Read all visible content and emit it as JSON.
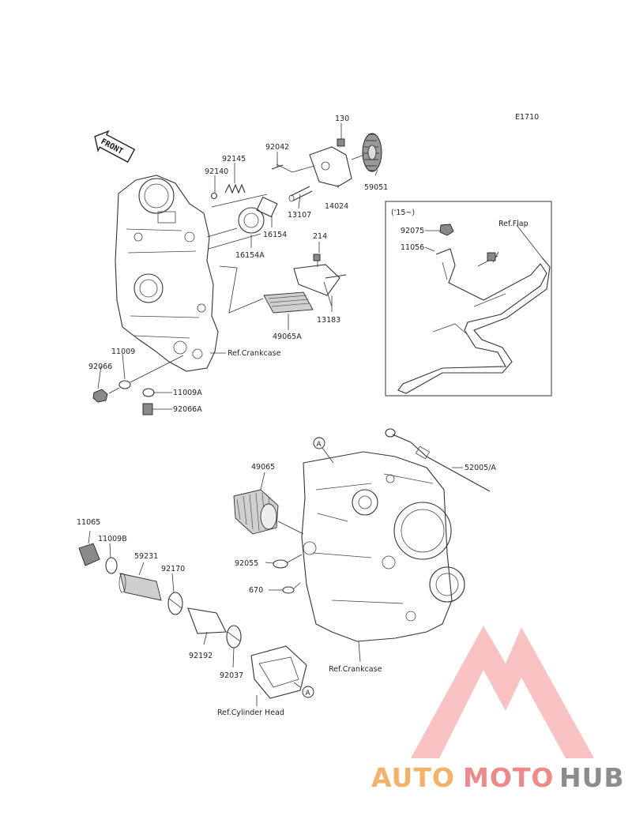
{
  "diagram_code": "E1710",
  "front_label": "FRONT",
  "inset_year": "('15~)",
  "ref_flap": "Ref.Flap",
  "ref_crankcase_top": "Ref.Crankcase",
  "ref_crankcase_bottom": "Ref.Crankcase",
  "ref_cylinder_head": "Ref.Cylinder Head",
  "circle_marker": "A",
  "parts": {
    "p130": "130",
    "p92042": "92042",
    "p92145": "92145",
    "p92140": "92140",
    "p59051": "59051",
    "p14024": "14024",
    "p13107": "13107",
    "p16154": "16154",
    "p16154A": "16154A",
    "p214": "214",
    "p13183": "13183",
    "p49065A": "49065A",
    "p11009": "11009",
    "p92066": "92066",
    "p11009A": "11009A",
    "p92066A": "92066A",
    "p92075": "92075",
    "p11056": "11056",
    "p52005A": "52005/A",
    "p49065": "49065",
    "p11065": "11065",
    "p11009B": "11009B",
    "p59231": "59231",
    "p92170": "92170",
    "p92055": "92055",
    "p670": "670",
    "p92192": "92192",
    "p92037": "92037"
  },
  "watermark": {
    "text_auto": "AUTO",
    "text_moto": "MOTO",
    "text_hub": "HUB",
    "color_auto": "#f2b26a",
    "color_moto": "#ec8a8a",
    "color_hub": "#8c8c8c",
    "logo_color": "#f07b7b"
  }
}
